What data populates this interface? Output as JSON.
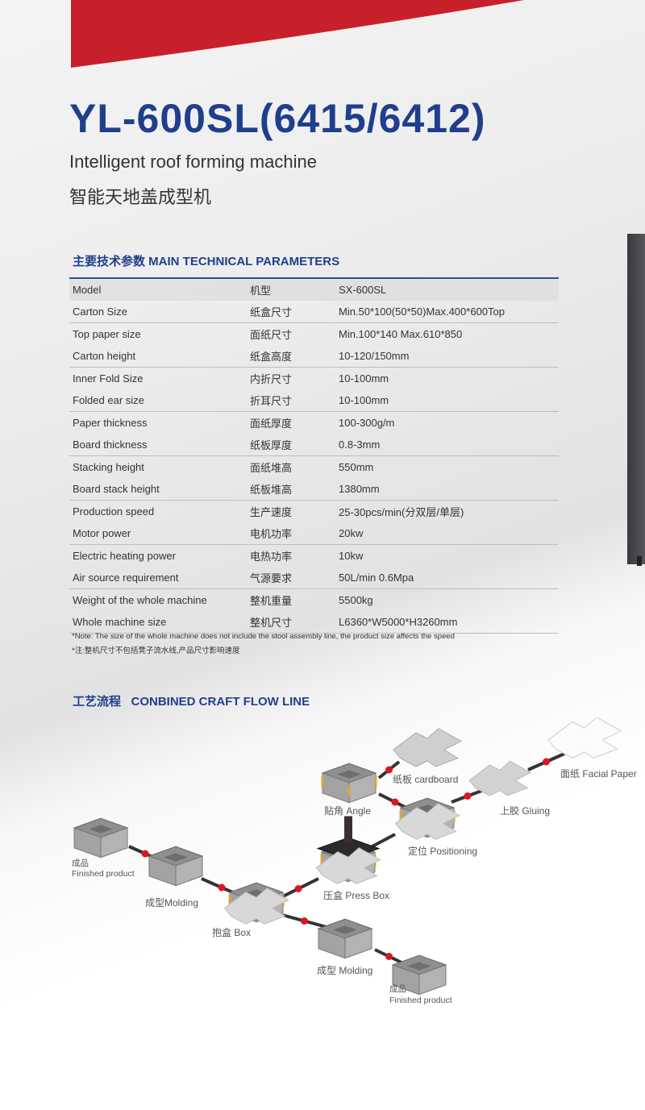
{
  "header": {
    "title": "YL-600SL(6415/6412)",
    "subtitle_en": "Intelligent roof forming machine",
    "subtitle_zh": "智能天地盖成型机"
  },
  "colors": {
    "brand_blue": "#1f3f8c",
    "banner_red": "#c8202a"
  },
  "params": {
    "title": "主要技术参数 MAIN TECHNICAL PARAMETERS",
    "rows": [
      {
        "en": "Model",
        "zh": "机型",
        "value": "SX-600SL"
      },
      {
        "en": "Carton Size",
        "zh": "纸盒尺寸",
        "value": "Min.50*100(50*50)Max.400*600Top"
      },
      {
        "en": "Top paper size",
        "zh": "面纸尺寸",
        "value": "Min.100*140 Max.610*850"
      },
      {
        "en": "Carton height",
        "zh": "纸盒高度",
        "value": "10-120/150mm"
      },
      {
        "en": "Inner Fold Size",
        "zh": "内折尺寸",
        "value": "10-100mm"
      },
      {
        "en": "Folded ear size",
        "zh": "折耳尺寸",
        "value": "10-100mm"
      },
      {
        "en": "Paper thickness",
        "zh": "面纸厚度",
        "value": "100-300g/m"
      },
      {
        "en": "Board thickness",
        "zh": "纸板厚度",
        "value": "0.8-3mm"
      },
      {
        "en": "Stacking height",
        "zh": "面纸堆高",
        "value": "550mm"
      },
      {
        "en": "Board stack height",
        "zh": "纸板堆高",
        "value": "1380mm"
      },
      {
        "en": "Production speed",
        "zh": "生产速度",
        "value": "25-30pcs/min(分双层/单层)"
      },
      {
        "en": "Motor power",
        "zh": "电机功率",
        "value": "20kw"
      },
      {
        "en": "Electric heating power",
        "zh": "电热功率",
        "value": "10kw"
      },
      {
        "en": "Air source requirement",
        "zh": "气源要求",
        "value": "50L/min 0.6Mpa"
      },
      {
        "en": "Weight of the whole machine",
        "zh": "整机重量",
        "value": "5500kg"
      },
      {
        "en": "Whole machine size",
        "zh": "整机尺寸",
        "value": "L6360*W5000*H3260mm"
      }
    ],
    "note_en": "*Note: The size of the whole machine does not include the stool assembly line, the product size affects the speed",
    "note_zh": "*注:整机尺寸不包括凳子流水线,产品尺寸影响速度"
  },
  "flow": {
    "title": "工艺流程   CONBINED CRAFT FLOW LINE",
    "labels": {
      "cardboard": "纸板 cardboard",
      "facial_paper": "面纸 Facial Paper",
      "angle": "贴角 Angle",
      "gluing": "上胶 Gluing",
      "positioning": "定位 Positioning",
      "press_box": "压盒  Press Box",
      "box": "抱盒 Box",
      "molding_left": "成型Molding",
      "finished_left_zh": "成品",
      "finished_left_en": "Finished product",
      "molding_bottom": "成型 Molding",
      "finished_bottom_zh": "成品",
      "finished_bottom_en": "Finished product"
    }
  }
}
